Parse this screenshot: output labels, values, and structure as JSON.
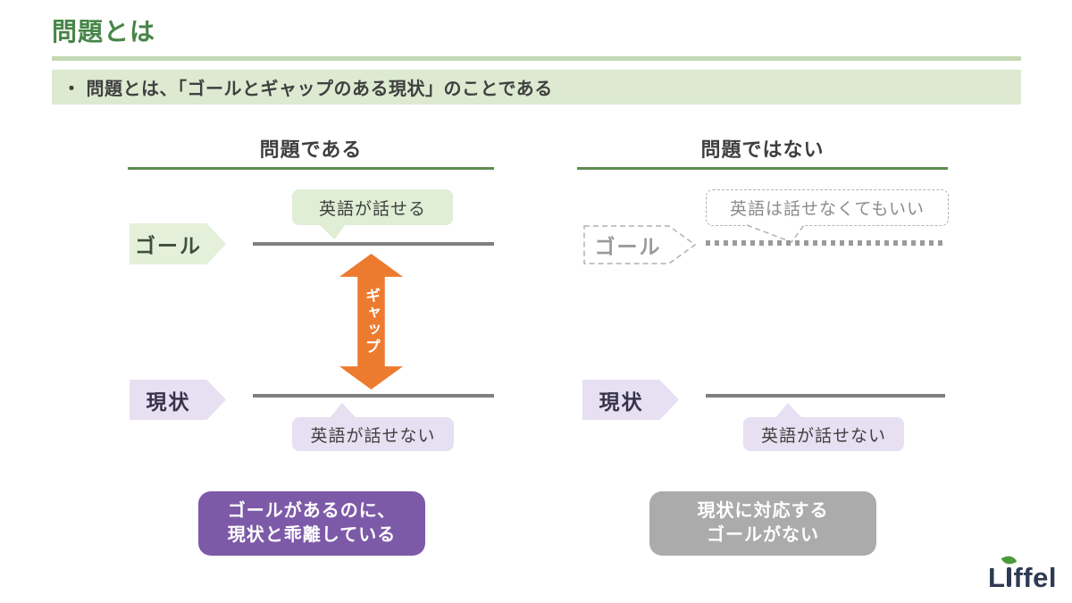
{
  "title": "問題とは",
  "banner": {
    "text": "・ 問題とは、「ゴールとギャップのある現状」のことである"
  },
  "columns": {
    "left": {
      "header": "問題である",
      "goal_label": "ゴール",
      "goal_bubble": "英語が話せる",
      "gap_label": "ギャップ",
      "current_label": "現状",
      "current_bubble": "英語が話せない",
      "conclusion_line1": "ゴールがあるのに、",
      "conclusion_line2": "現状と乖離している"
    },
    "right": {
      "header": "問題ではない",
      "goal_label": "ゴール",
      "goal_bubble": "英語は話せなくてもいい",
      "current_label": "現状",
      "current_bubble": "英語が話せない",
      "conclusion_line1": "現状に対応する",
      "conclusion_line2": "ゴールがない"
    }
  },
  "logo": {
    "part1": "L",
    "part2": "ffel",
    "leaf_icon": "leaf-icon"
  },
  "colors": {
    "title_green": "#478548",
    "divider_green": "#c3d8b2",
    "banner_bg": "#ddead1",
    "header_underline": "#5e8b52",
    "tag_green_bg": "#e4f0da",
    "bubble_green_bg": "#dfeed4",
    "tag_lavender_bg": "#e6e0f2",
    "gap_orange": "#ed7b2f",
    "conclusion_purple": "#7d5aa8",
    "conclusion_gray": "#ababab",
    "line_gray": "#7f7f7f",
    "dashed_gray": "#b2b2b2",
    "text_dark": "#3f3f3f",
    "logo_navy": "#2d3a52",
    "logo_leaf_green": "#4c9a38"
  }
}
